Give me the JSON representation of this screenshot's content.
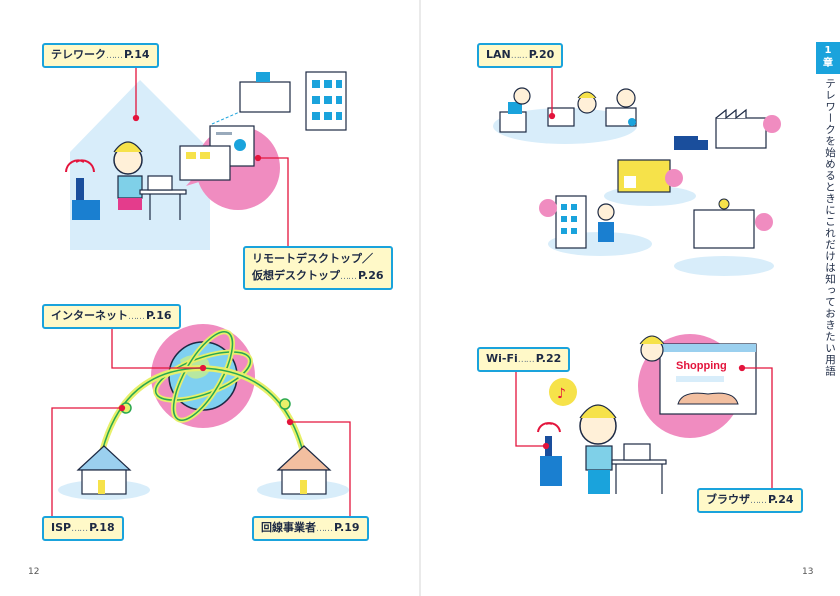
{
  "labels": {
    "telework": {
      "text": "テレワーク",
      "dots": "……",
      "page": "P.14"
    },
    "remote": {
      "line1": "リモートデスクトップ／",
      "line2": "仮想デスクトップ",
      "dots": "……",
      "page": "P.26"
    },
    "internet": {
      "text": "インターネット",
      "dots": "……",
      "page": "P.16"
    },
    "isp": {
      "text": "ISP",
      "dots": "……",
      "page": "P.18"
    },
    "carrier": {
      "text": "回線事業者",
      "dots": "……",
      "page": "P.19"
    },
    "lan": {
      "text": "LAN",
      "dots": "……",
      "page": "P.20"
    },
    "wifi": {
      "text": "Wi-Fi",
      "dots": "……",
      "page": "P.22"
    },
    "browser": {
      "text": "ブラウザ",
      "dots": "……",
      "page": "P.24"
    }
  },
  "illustration": {
    "shopping_sign": "Shopping"
  },
  "sidebar": {
    "chapter_num": "1",
    "chapter_unit": "章",
    "title": "テレワークを始めるときにこれだけは知っておきたい用語"
  },
  "page_numbers": {
    "left": "12",
    "right": "13"
  },
  "colors": {
    "accent": "#1aa3dc",
    "label_bg": "#fff9c8",
    "leader": "#e3143c",
    "pink": "#f08cc0",
    "light_blue": "#d4ecfb",
    "yellow_green": "#e8f06a"
  }
}
